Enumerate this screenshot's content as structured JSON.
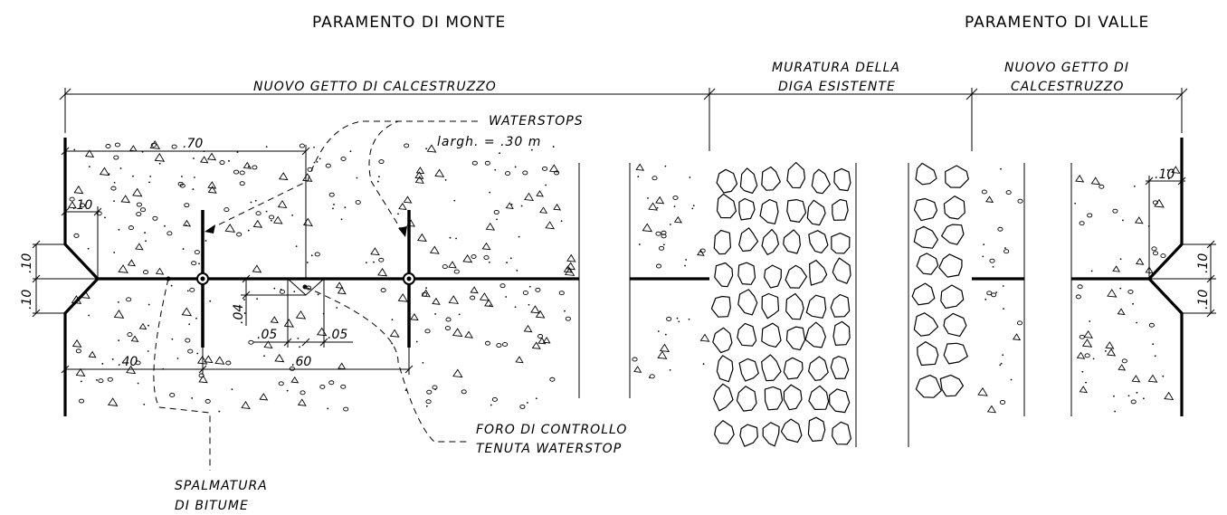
{
  "headers": {
    "upstream_face": "PARAMENTO DI MONTE",
    "downstream_face": "PARAMENTO DI VALLE"
  },
  "zones": {
    "new_concrete_left": "NUOVO GETTO DI CALCESTRUZZO",
    "existing_masonry_line1": "MURATURA DELLA",
    "existing_masonry_line2": "DIGA ESISTENTE",
    "new_concrete_right_line1": "NUOVO GETTO DI",
    "new_concrete_right_line2": "CALCESTRUZZO"
  },
  "callouts": {
    "waterstops_line1": "WATERSTOPS",
    "waterstops_line2": "largh. = .30 m",
    "control_hole_line1": "FORO DI CONTROLLO",
    "control_hole_line2": "TENUTA WATERSTOP",
    "bitumen_line1": "SPALMATURA",
    "bitumen_line2": "DI BITUME"
  },
  "dimensions": {
    "d_070": ".70",
    "d_010_top_left": ".10",
    "d_010_left_upper": ".10",
    "d_010_left_lower": ".10",
    "d_040": ".40",
    "d_060": ".60",
    "d_004": ".04",
    "d_005_left": ".05",
    "d_005_right": ".05",
    "d_010_top_right": ".10",
    "d_010_right_upper": ".10",
    "d_010_right_lower": ".10"
  }
}
